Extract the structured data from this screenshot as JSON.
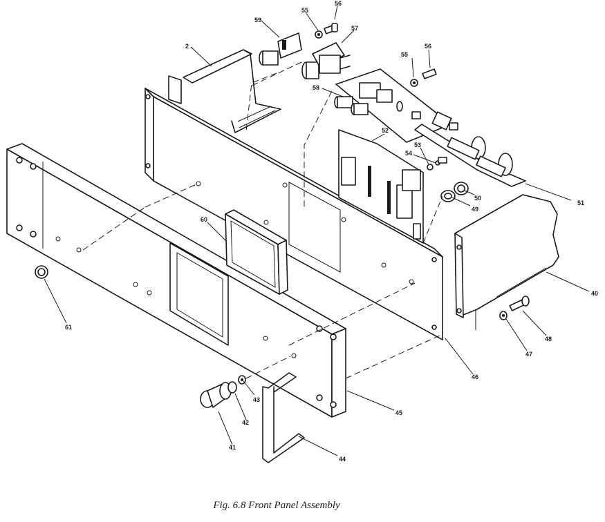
{
  "figure": {
    "caption": "Fig. 6.8  Front Panel Assembly"
  },
  "callouts": [
    {
      "id": "c2",
      "label": "2"
    },
    {
      "id": "c40",
      "label": "40"
    },
    {
      "id": "c41",
      "label": "41"
    },
    {
      "id": "c42",
      "label": "42"
    },
    {
      "id": "c43",
      "label": "43"
    },
    {
      "id": "c44",
      "label": "44"
    },
    {
      "id": "c45",
      "label": "45"
    },
    {
      "id": "c46",
      "label": "46"
    },
    {
      "id": "c47",
      "label": "47"
    },
    {
      "id": "c48",
      "label": "48"
    },
    {
      "id": "c49",
      "label": "49"
    },
    {
      "id": "c50",
      "label": "50"
    },
    {
      "id": "c51",
      "label": "51"
    },
    {
      "id": "c52",
      "label": "52"
    },
    {
      "id": "c53",
      "label": "53"
    },
    {
      "id": "c54",
      "label": "54"
    },
    {
      "id": "c55a",
      "label": "55"
    },
    {
      "id": "c55b",
      "label": "55"
    },
    {
      "id": "c56a",
      "label": "56"
    },
    {
      "id": "c56b",
      "label": "56"
    },
    {
      "id": "c57",
      "label": "57"
    },
    {
      "id": "c58",
      "label": "58"
    },
    {
      "id": "c59",
      "label": "59"
    },
    {
      "id": "c60",
      "label": "60"
    },
    {
      "id": "c61",
      "label": "61"
    }
  ]
}
